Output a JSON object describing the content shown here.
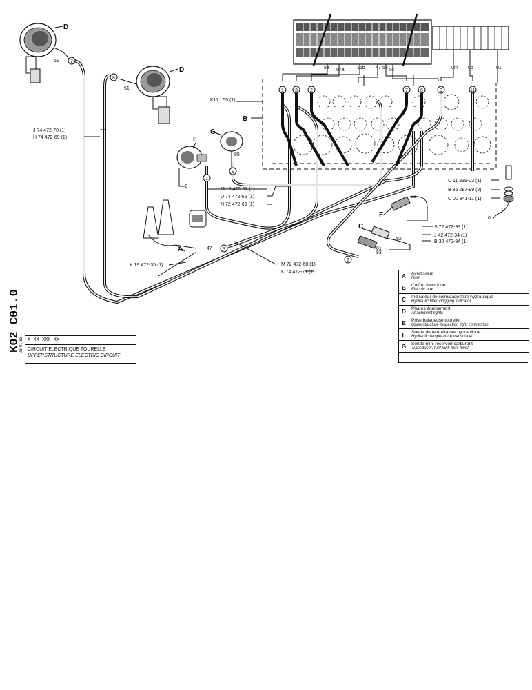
{
  "title_block": {
    "reference": "K02 C01.0",
    "date": "03-01-83",
    "code": "X  XX XXX-XX",
    "title_fr": "CIRCUIT ELECTRIQUE TOURELLE",
    "title_en": "UPPERSTRUCTURE ELECTRIC CIRCUIT"
  },
  "legend": [
    {
      "key": "A",
      "fr": "Avertisseur",
      "en": "Horn"
    },
    {
      "key": "B",
      "fr": "Coffret électrique",
      "en": "Electric box"
    },
    {
      "key": "C",
      "fr": "Indicateur de colmatage filtre hydraulique",
      "en": "Hydraulic filter clogging indicator"
    },
    {
      "key": "D",
      "fr": "Phares équipement",
      "en": "Attachment lights"
    },
    {
      "key": "E",
      "fr": "Prise baladeuse tourelle",
      "en": "Upperstructure inspection light connection"
    },
    {
      "key": "F",
      "fr": "Sonde de température hydraulique",
      "en": "Hydraulic temperature transducer"
    },
    {
      "key": "G",
      "fr": "Sonde mini réservoir carburant",
      "en": "Transducer, fuel tank min. level"
    }
  ],
  "callouts": {
    "A": "A",
    "B": "B",
    "C": "C",
    "D1": "D",
    "D2": "D",
    "E": "E",
    "F": "F",
    "G": "G"
  },
  "part_numbers": {
    "K17": "K17 L55 (1)",
    "J74": "J 74 472-70 (1)",
    "H74": "H 74 472-69 (1)",
    "M15": "M 15 472-67 (1)",
    "D74": "D 74 472-65 (1)",
    "N72": "N 72 472-66 (1)",
    "K19": "K 19 472-35 (1)",
    "M72": "M 72 472-68 (1)",
    "K74": "K 74 472-71 (1)",
    "U11": "U 11 338-03 (1)",
    "B35": "B 35 287-99 (2)",
    "C00": "C 00 341-11 (1)",
    "S72": "S 72 472-93 (1)",
    "J42": "J 42 472-34 (1)",
    "B30": "B 30 472-94 (1)"
  },
  "terminal_labels": {
    "t8a": "8a",
    "t57a": "57a",
    "t15b": "15b",
    "t47": "47",
    "t58": "58",
    "t5c": "5c",
    "t0m": "0m",
    "t0p": "0p",
    "t01": "01"
  },
  "wire_numbers": {
    "w1": "1",
    "w3": "3",
    "w2": "2",
    "w7": "7",
    "w6": "6",
    "w9": "9",
    "w11": "11",
    "w7b": "7",
    "w8": "8",
    "w9b": "9",
    "w1b": "1",
    "w3b": "3",
    "w2b": "2"
  },
  "small_labels": {
    "s51a": "51",
    "s51b": "51",
    "s85": "85",
    "s47": "47",
    "s83": "83",
    "s82": "82",
    "s81": "81",
    "s83b": "83",
    "s8": "8",
    "s9": "0"
  }
}
